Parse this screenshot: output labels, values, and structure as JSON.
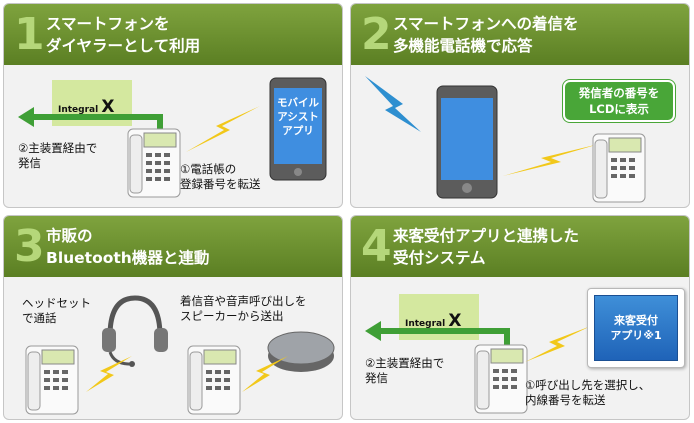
{
  "colors": {
    "header": "#6a8f2d",
    "number": "#b5d77a",
    "arrow": "#3f9f36",
    "integral_box": "#d4e89f",
    "lightning_yellow": "#f2c81a",
    "lightning_blue": "#2e8fd0",
    "phone_screen": "#2b7bd0"
  },
  "panels": [
    {
      "number": "1",
      "title": "スマートフォンを\nダイヤラーとして利用",
      "integral": "Integral",
      "integral_x": "X",
      "text_a": "②主装置経由で\n発信",
      "text_b": "①電話帳の\n登録番号を転送",
      "phone_screen_text": "モバイル\nアシスト\nアプリ"
    },
    {
      "number": "2",
      "title": "スマートフォンへの着信を\n多機能電話機で応答",
      "callout": "発信者の番号を\nLCDに表示"
    },
    {
      "number": "3",
      "title": "市販の\nBluetooth機器と連動",
      "text_a": "ヘッドセット\nで通話",
      "text_b": "着信音や音声呼び出しを\nスピーカーから送出"
    },
    {
      "number": "4",
      "title": "来客受付アプリと連携した\n受付システム",
      "integral": "Integral",
      "integral_x": "X",
      "text_a": "②主装置経由で\n発信",
      "text_b": "①呼び出し先を選択し、\n内線番号を転送",
      "tablet_text": "来客受付\nアプリ※1"
    }
  ]
}
